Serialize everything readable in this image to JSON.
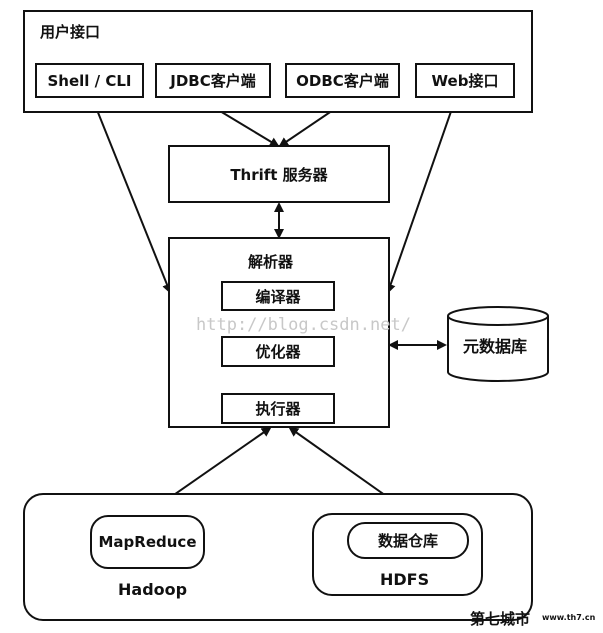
{
  "user_interface": {
    "title": "用户接口",
    "items": [
      "Shell / CLI",
      "JDBC客户端",
      "ODBC客户端",
      "Web接口"
    ]
  },
  "thrift_server": "Thrift 服务器",
  "driver": {
    "title": "解析器",
    "components": [
      "编译器",
      "优化器",
      "执行器"
    ]
  },
  "metastore": "元数据库",
  "hadoop": {
    "label": "Hadoop",
    "mapreduce": "MapReduce",
    "hdfs_label": "HDFS",
    "warehouse": "数据仓库"
  },
  "watermark": "http://blog.csdn.net/",
  "footer": {
    "brand": "第七城市",
    "site": "www.th7.cn"
  }
}
